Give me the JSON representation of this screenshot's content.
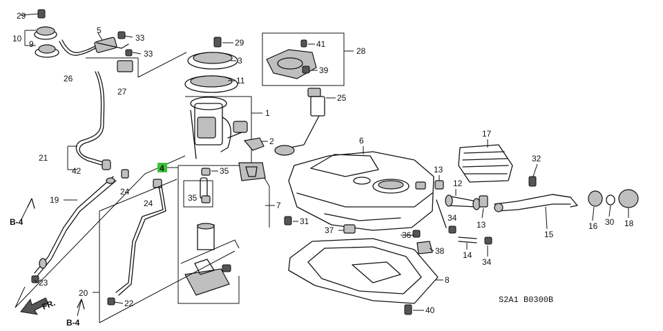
{
  "labels": {
    "p1": "1",
    "p2": "2",
    "p3": "3",
    "p4": "4",
    "p5": "5",
    "p6": "6",
    "p7": "7",
    "p8": "8",
    "p9": "9",
    "p10": "10",
    "p11": "11",
    "p12": "12",
    "p13": "13",
    "p14": "14",
    "p15": "15",
    "p16": "16",
    "p17": "17",
    "p18": "18",
    "p19": "19",
    "p20": "20",
    "p21": "21",
    "p22": "22",
    "p23": "23",
    "p24": "24",
    "p25": "25",
    "p26": "26",
    "p27": "27",
    "p28": "28",
    "p29": "29",
    "p30": "30",
    "p31": "31",
    "p32": "32",
    "p33": "33",
    "p34": "34",
    "p35": "35",
    "p36": "36",
    "p37": "37",
    "p38": "38",
    "p39": "39",
    "p40": "40",
    "p41": "41",
    "p42": "42"
  },
  "refs": {
    "b4": "B-4",
    "fr": "FR."
  },
  "diagram_code": "S2A1 B0300B",
  "highlight_color": "#39c139"
}
